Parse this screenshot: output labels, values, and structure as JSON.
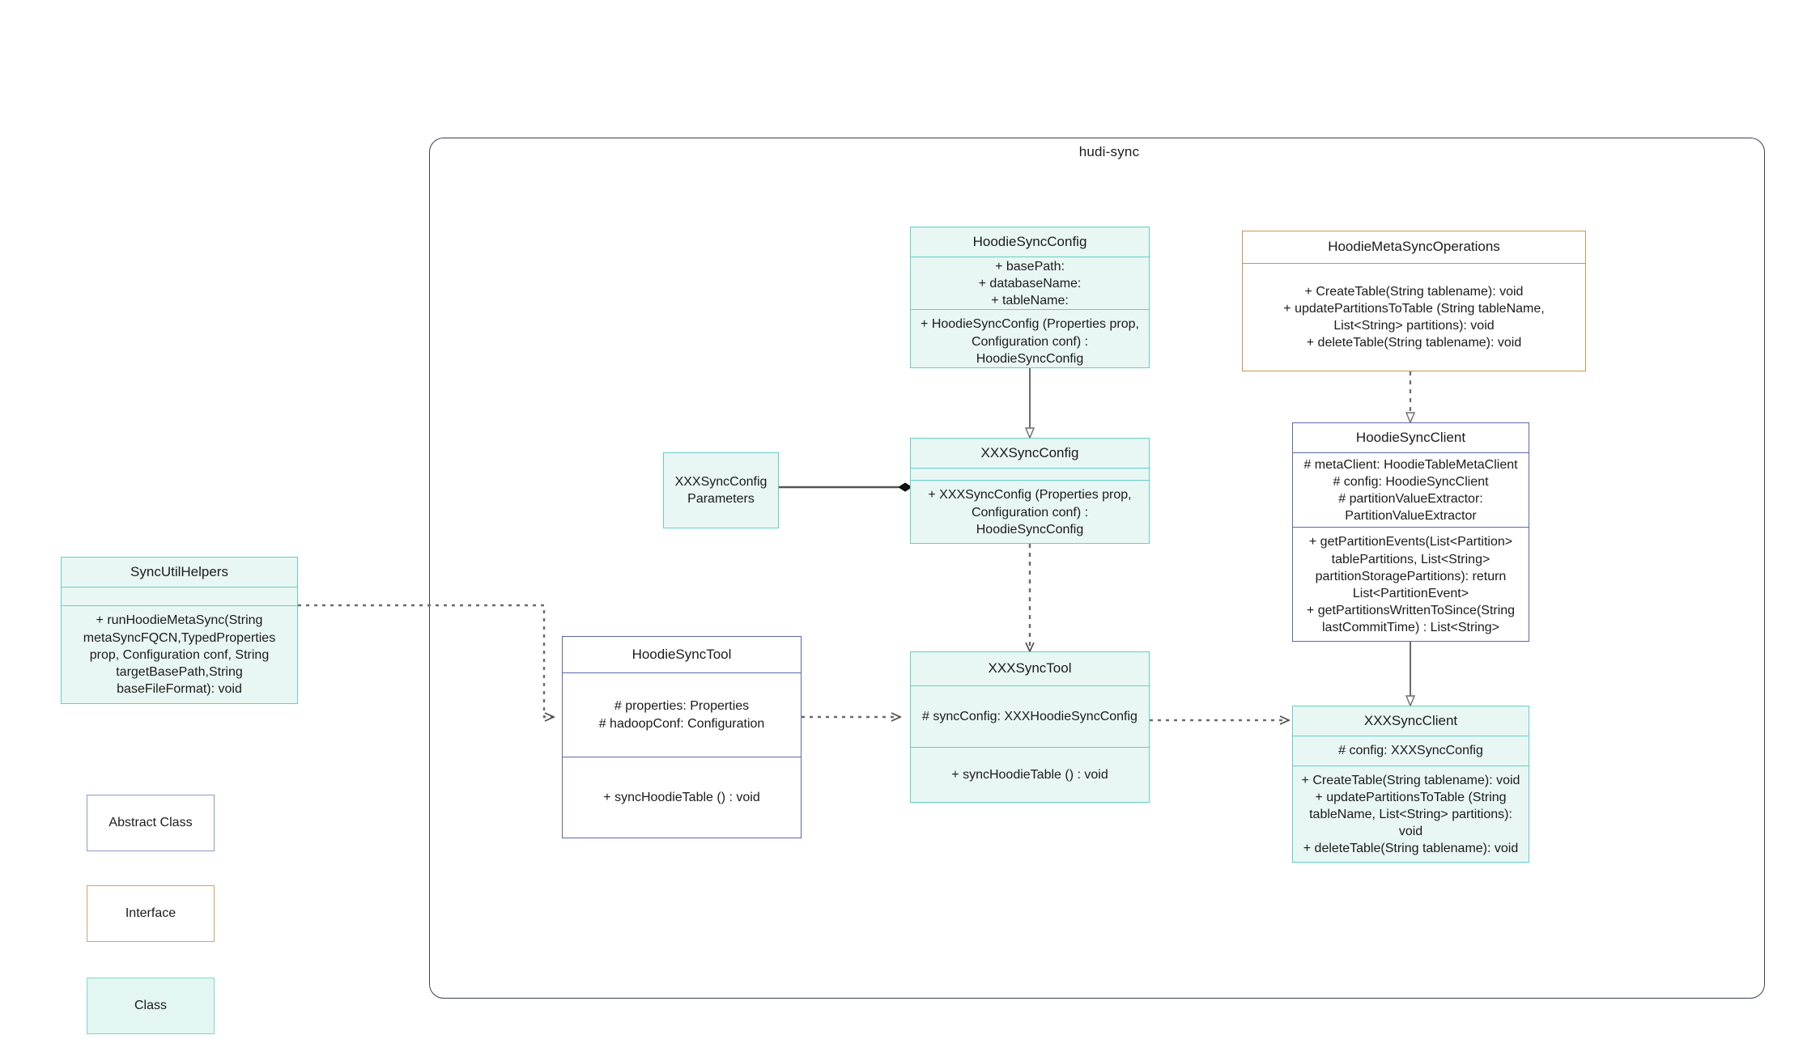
{
  "package": {
    "title": "hudi-sync"
  },
  "classes": {
    "hoodie_sync_config": {
      "name": "HoodieSyncConfig",
      "attributes": [
        "+    basePath:",
        "+    databaseName:",
        "+    tableName:"
      ],
      "methods": [
        "+    HoodieSyncConfig (Properties prop, Configuration conf) : HoodieSyncConfig"
      ]
    },
    "hoodie_meta_sync_operations": {
      "name": "HoodieMetaSyncOperations",
      "stereotype": "interface",
      "methods": [
        "+    CreateTable(String tablename): void",
        "+    updatePartitionsToTable (String tableName, List<String> partitions): void",
        "+    deleteTable(String tablename): void"
      ]
    },
    "hoodie_sync_client": {
      "name": "HoodieSyncClient",
      "stereotype": "abstract",
      "attributes": [
        "#   metaClient: HoodieTableMetaClient",
        "#    config: HoodieSyncClient",
        "#     partitionValueExtractor: PartitionValueExtractor"
      ],
      "methods": [
        "+   getPartitionEvents(List<Partition> tablePartitions, List<String> partitionStoragePartitions): return List<PartitionEvent>",
        "+   getPartitionsWrittenToSince(String lastCommitTime) : List<String>"
      ]
    },
    "xxx_sync_config": {
      "name": "XXXSyncConfig",
      "attributes": [],
      "methods": [
        "+    XXXSyncConfig (Properties prop, Configuration conf) : HoodieSyncConfig"
      ]
    },
    "xxx_sync_config_parameters": {
      "name": "XXXSyncConfigParameters"
    },
    "sync_util_helpers": {
      "name": "SyncUtilHelpers",
      "attributes": [],
      "methods": [
        "+     runHoodieMetaSync(String metaSyncFQCN,TypedProperties prop, Configuration conf, String targetBasePath,String baseFileFormat): void"
      ]
    },
    "hoodie_sync_tool": {
      "name": "HoodieSyncTool",
      "stereotype": "abstract",
      "attributes": [
        "#   properties: Properties",
        "#   hadoopConf: Configuration"
      ],
      "methods": [
        "+   syncHoodieTable () : void"
      ]
    },
    "xxx_sync_tool": {
      "name": "XXXSyncTool",
      "attributes": [
        "#   syncConfig: XXXHoodieSyncConfig"
      ],
      "methods": [
        "+   syncHoodieTable () : void"
      ]
    },
    "xxx_sync_client": {
      "name": "XXXSyncClient",
      "attributes": [
        "#    config: XXXSyncConfig"
      ],
      "methods": [
        "+    CreateTable(String tablename): void",
        "+    updatePartitionsToTable (String tableName, List<String> partitions): void",
        "+    deleteTable(String tablename): void"
      ]
    }
  },
  "legend": [
    {
      "label": "Abstract Class",
      "kind": "abstract"
    },
    {
      "label": "Interface",
      "kind": "interface"
    },
    {
      "label": "Class",
      "kind": "klass"
    }
  ],
  "colors": {
    "class_fill": "#e9f7f4",
    "class_border": "#62cfc4",
    "abstract_border": "#5b6aa8",
    "interface_border": "#c8964f",
    "package_border": "#3a3f57",
    "edge": "#6b6b6b",
    "text": "#1b1b1b"
  }
}
